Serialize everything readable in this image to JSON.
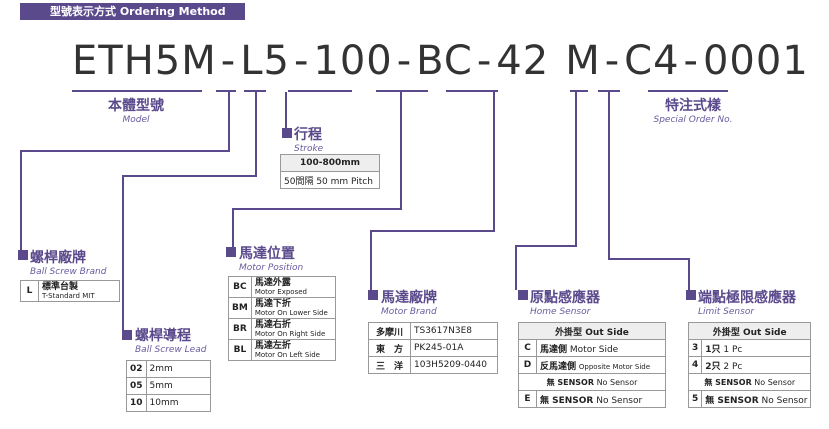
{
  "header": "型號表示方式  Ordering Method",
  "code": [
    "ETH5M",
    "-",
    "L",
    "5",
    "-",
    "100",
    "-",
    "BC",
    "-",
    "42",
    "M",
    "-",
    "C",
    "4",
    "-",
    "0001"
  ],
  "model": {
    "zh": "本體型號",
    "en": "Model"
  },
  "special": {
    "zh": "特注式樣",
    "en": "Special Order No."
  },
  "stroke": {
    "zh": "行程",
    "en": "Stroke",
    "rows": [
      "100-800mm",
      "50間隔 50 mm Pitch"
    ]
  },
  "brand": {
    "zh": "螺桿廠牌",
    "en": "Ball Screw Brand",
    "rows": [
      {
        "k": "L",
        "zh": "標準台製",
        "en": "T-Standard MIT"
      }
    ]
  },
  "lead": {
    "zh": "螺桿導程",
    "en": "Ball Screw Lead",
    "rows": [
      {
        "k": "02",
        "v": "2mm"
      },
      {
        "k": "05",
        "v": "5mm"
      },
      {
        "k": "10",
        "v": "10mm"
      }
    ]
  },
  "position": {
    "zh": "馬達位置",
    "en": "Motor Position",
    "rows": [
      {
        "k": "BC",
        "zh": "馬達外露",
        "en": "Motor Exposed"
      },
      {
        "k": "BM",
        "zh": "馬達下折",
        "en": "Motor On Lower Side"
      },
      {
        "k": "BR",
        "zh": "馬達右折",
        "en": "Motor On Right Side"
      },
      {
        "k": "BL",
        "zh": "馬達左折",
        "en": "Motor On Left Side"
      }
    ]
  },
  "motor": {
    "zh": "馬達廠牌",
    "en": "Motor Brand",
    "rows": [
      {
        "k": "多摩川",
        "v": "TS3617N3E8"
      },
      {
        "k": "東　方",
        "v": "PK245-01A"
      },
      {
        "k": "三　洋",
        "v": "103H5209-0440"
      }
    ]
  },
  "home": {
    "zh": "原點感應器",
    "en": "Home Sensor",
    "head": "外掛型 Out Side",
    "rows": [
      {
        "k": "C",
        "zh": "馬達側",
        "en": "Motor Side"
      },
      {
        "k": "D",
        "zh": "反馬達側",
        "en": "Opposite Motor Side"
      },
      {
        "k": "",
        "zh": "無 SENSOR",
        "en": "No Sensor"
      },
      {
        "k": "E",
        "zh": "無 SENSOR",
        "en": "No Sensor"
      }
    ]
  },
  "limit": {
    "zh": "端點極限感應器",
    "en": "Limit Sensor",
    "head": "外掛型 Out Side",
    "rows": [
      {
        "k": "3",
        "zh": "1只",
        "en": "1 Pc"
      },
      {
        "k": "4",
        "zh": "2只",
        "en": "2 Pc"
      },
      {
        "k": "",
        "zh": "無 SENSOR",
        "en": "No Sensor"
      },
      {
        "k": "5",
        "zh": "無 SENSOR",
        "en": "No Sensor"
      }
    ]
  }
}
